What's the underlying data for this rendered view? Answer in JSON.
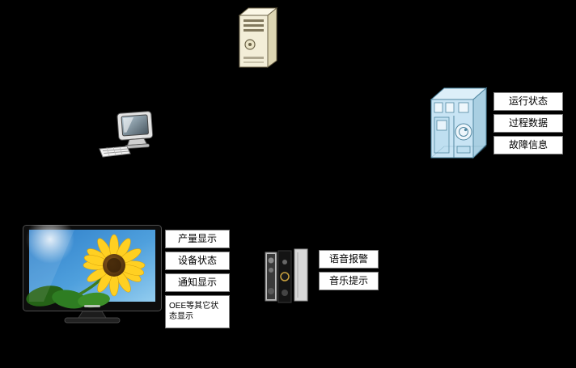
{
  "diagram": {
    "machine_labels": [
      "运行状态",
      "过程数据",
      "故障信息"
    ],
    "tv_labels": [
      "产量显示",
      "设备状态",
      "通知显示",
      "OEE等其它状态显示"
    ],
    "speaker_labels": [
      "语音报警",
      "音乐提示"
    ],
    "icons": [
      "server-icon",
      "workstation-icon",
      "machine-icon",
      "tv-icon",
      "speakers-icon"
    ]
  },
  "colors": {
    "background": "#000000",
    "label_background": "#ffffff",
    "label_border": "#7d7d7d",
    "server_body": "#f3eed8",
    "server_outline": "#6b6247",
    "machine_body": "#c8e4f4",
    "machine_outline": "#4f86a0",
    "tv_bezel": "#0d0d0d",
    "tv_sky": "#4899d8",
    "sunflower_petal": "#ffd022",
    "sunflower_center": "#6e4312",
    "leaf_green": "#2e7d22",
    "speaker_dark": "#141414",
    "speaker_panel": "#d8d8d8"
  }
}
